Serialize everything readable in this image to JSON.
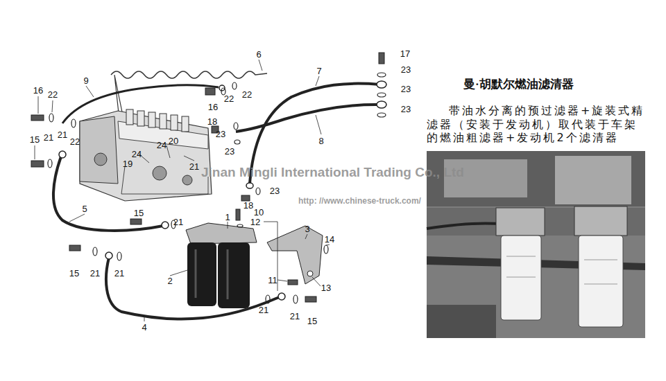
{
  "diagram": {
    "title": "曼·胡默尔燃油滤清器",
    "labels": [
      "16",
      "22",
      "9",
      "6",
      "7",
      "17",
      "23",
      "23",
      "23",
      "22",
      "22",
      "16",
      "18",
      "23",
      "23",
      "8",
      "22",
      "21",
      "15",
      "21",
      "24",
      "24",
      "20",
      "19",
      "21",
      "23",
      "18",
      "10",
      "12",
      "1",
      "15",
      "21",
      "5",
      "3",
      "14",
      "15",
      "21",
      "21",
      "2",
      "11",
      "13",
      "21",
      "21",
      "15",
      "4",
      "带油水分离的预过滤器+旋装式精滤器（安装于发动机）取代装于车架的燃油粗滤器+发动机2个滤清器",
      "Jinan Mingli International Trading Co., Ltd",
      "http: //www.chinese-truck.com/"
    ]
  }
}
